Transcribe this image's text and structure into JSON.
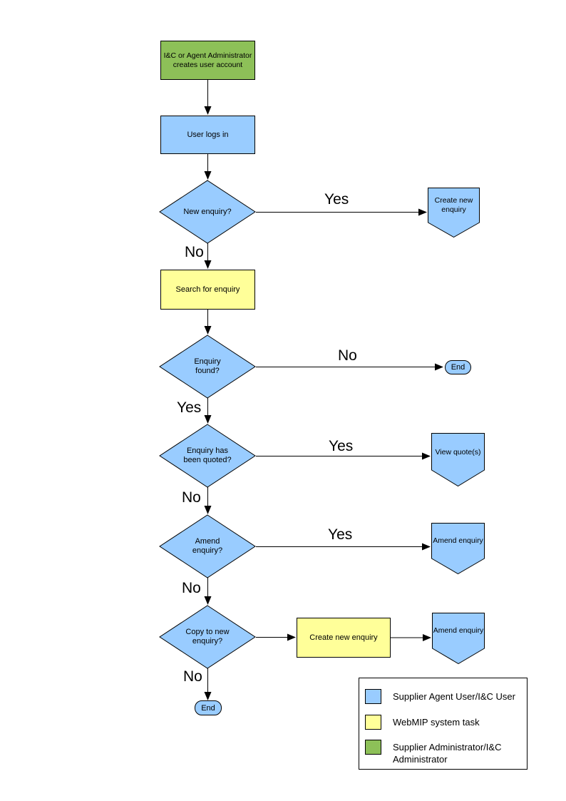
{
  "diagram": {
    "colors": {
      "user_blue": "#99CCFF",
      "system_yellow": "#FFFF99",
      "admin_green": "#8DC058"
    },
    "nodes": {
      "create_account": "I&C or Agent Administrator\ncreates user account",
      "user_logs_in": "User logs in",
      "new_enquiry_q": "New enquiry?",
      "create_new_enquiry_top": "Create new\nenquiry",
      "search_for_enquiry": "Search for enquiry",
      "enquiry_found_q": "Enquiry\nfound?",
      "end_1": "End",
      "enquiry_quoted_q": "Enquiry has\nbeen quoted?",
      "view_quotes": "View quote(s)",
      "amend_enquiry_q": "Amend\nenquiry?",
      "amend_enquiry_1": "Amend enquiry",
      "copy_to_new_q": "Copy to new\nenquiry?",
      "create_new_enquiry_bottom": "Create new enquiry",
      "amend_enquiry_2": "Amend enquiry",
      "end_2": "End"
    },
    "edge_labels": {
      "yes_new_enquiry": "Yes",
      "no_new_enquiry": "No",
      "no_enquiry_found": "No",
      "yes_enquiry_found": "Yes",
      "yes_quoted": "Yes",
      "no_quoted": "No",
      "yes_amend": "Yes",
      "no_amend": "No",
      "no_copy": "No"
    },
    "legend": {
      "items": [
        {
          "label": "Supplier Agent User/I&C User",
          "color": "#99CCFF"
        },
        {
          "label": "WebMIP system task",
          "color": "#FFFF99"
        },
        {
          "label": "Supplier Administrator/I&C Administrator",
          "color": "#8DC058"
        }
      ]
    }
  }
}
